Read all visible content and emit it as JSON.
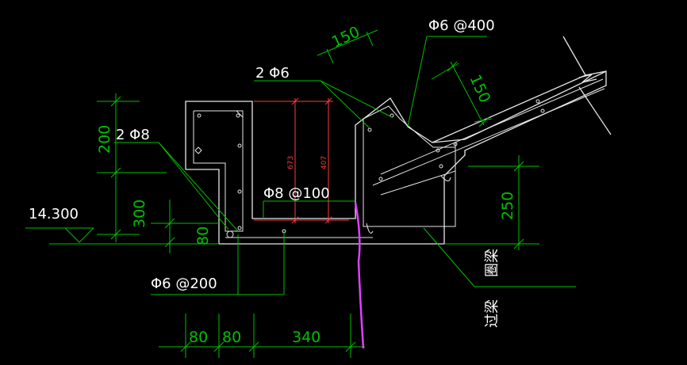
{
  "colors": {
    "background": "#000000",
    "outline": "#e6e6e6",
    "dimension": "#00c000",
    "leader": "#00c000",
    "text": "#ffffff",
    "red_dim": "#ff3b3b",
    "break_line": "#e040ff"
  },
  "labels": {
    "elevation": "14.300",
    "rebar_2phi8": "2 Φ8",
    "rebar_2phi6": "2 Φ6",
    "phi6_at_400": "Φ6 @400",
    "phi8_at_100": "Φ8 @100",
    "phi6_at_200": "Φ6 @200",
    "ring_beam": "圈梁",
    "lintel": "过梁"
  },
  "dimensions": {
    "d150_top": "150",
    "d150_slope": "150",
    "d200": "200",
    "d300": "300",
    "d80_vert": "80",
    "d250": "250",
    "d80_a": "80",
    "d80_b": "80",
    "d340": "340",
    "d673": "673",
    "d407": "407"
  }
}
